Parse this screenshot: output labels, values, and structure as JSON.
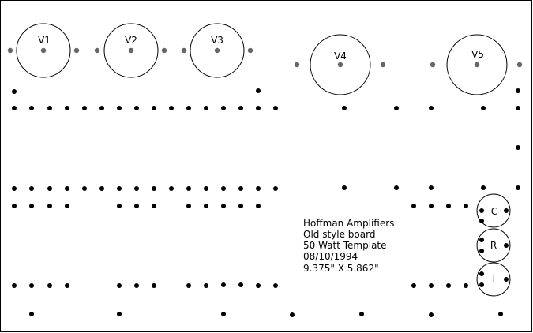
{
  "tubes": [
    {
      "id": "v1",
      "label": "V1"
    },
    {
      "id": "v2",
      "label": "V2"
    },
    {
      "id": "v3",
      "label": "V3"
    },
    {
      "id": "v4",
      "label": "V4"
    },
    {
      "id": "v5",
      "label": "V5"
    }
  ],
  "pots": [
    {
      "id": "c",
      "label": "C"
    },
    {
      "id": "r",
      "label": "R"
    },
    {
      "id": "l",
      "label": "L"
    }
  ],
  "note": {
    "line1": "Hoffman Amplifiers",
    "line2": "Old style board",
    "line3": "50 Watt Template",
    "line4": "08/10/1994",
    "line5": "9.375\" X 5.862\""
  },
  "colors": {
    "hole": "#000000",
    "tube_pin": "#666666",
    "outline": "#000000"
  }
}
